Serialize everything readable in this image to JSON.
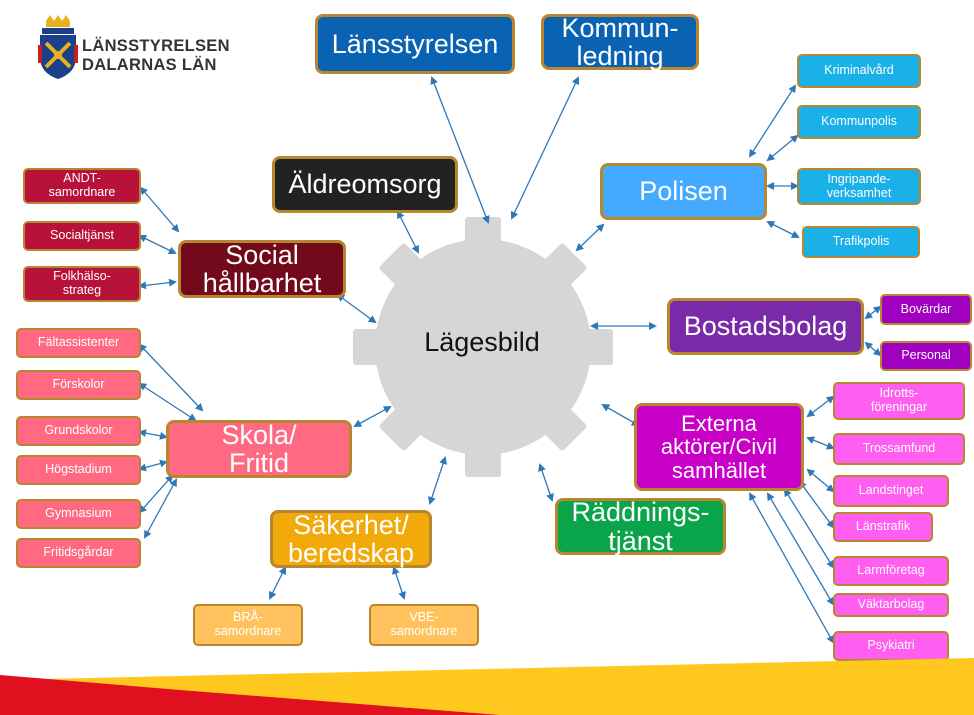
{
  "logo": {
    "line1": "LÄNSSTYRELSEN",
    "line2": "DALARNAS LÄN"
  },
  "center": "Lägesbild",
  "nodes": {
    "lansstyrelsen": "Länsstyrelsen",
    "kommunledning": "Kommun-\nledning",
    "aldreomsorg": "Äldreomsorg",
    "polisen": "Polisen",
    "kriminalvard": "Kriminalvård",
    "kommunpolis": "Kommunpolis",
    "ingripande": "Ingripande-\nverksamhet",
    "trafikpolis": "Trafikpolis",
    "social": "Social\nhållbarhet",
    "andt": "ANDT-\nsamordnare",
    "socialtjanst": "Socialtjänst",
    "folkhalso": "Folkhälso-\nstrateg",
    "bostadsbolag": "Bostadsbolag",
    "bovardar": "Bovärdar",
    "personal": "Personal",
    "skola": "Skola/\nFritid",
    "faltassistenter": "Fältassistenter",
    "forskolor": "Förskolor",
    "grundskolor": "Grundskolor",
    "hogstadium": "Högstadium",
    "gymnasium": "Gymnasium",
    "fritidsgardar": "Fritidsgårdar",
    "externa": "Externa\naktörer/Civil\nsamhället",
    "idrotts": "Idrotts-\nföreningar",
    "trossamfund": "Trossamfund",
    "landstinget": "Landstinget",
    "lanstrafik": "Länstrafik",
    "larmforetag": "Larmföretag",
    "vaktarbolag": "Väktarbolag",
    "psykiatri": "Psykiatri",
    "raddning": "Räddnings-\ntjänst",
    "sakerhet": "Säkerhet/\nberedskap",
    "bra": "BRÅ-\nsamordnare",
    "vbe": "VBE-\nsamordnare"
  },
  "colors": {
    "border": "#b8862e",
    "gear": "#d6d6d6",
    "arrow": "#2e78b8",
    "footer_red": "#e0101e",
    "footer_yellow": "#ffc81e"
  }
}
